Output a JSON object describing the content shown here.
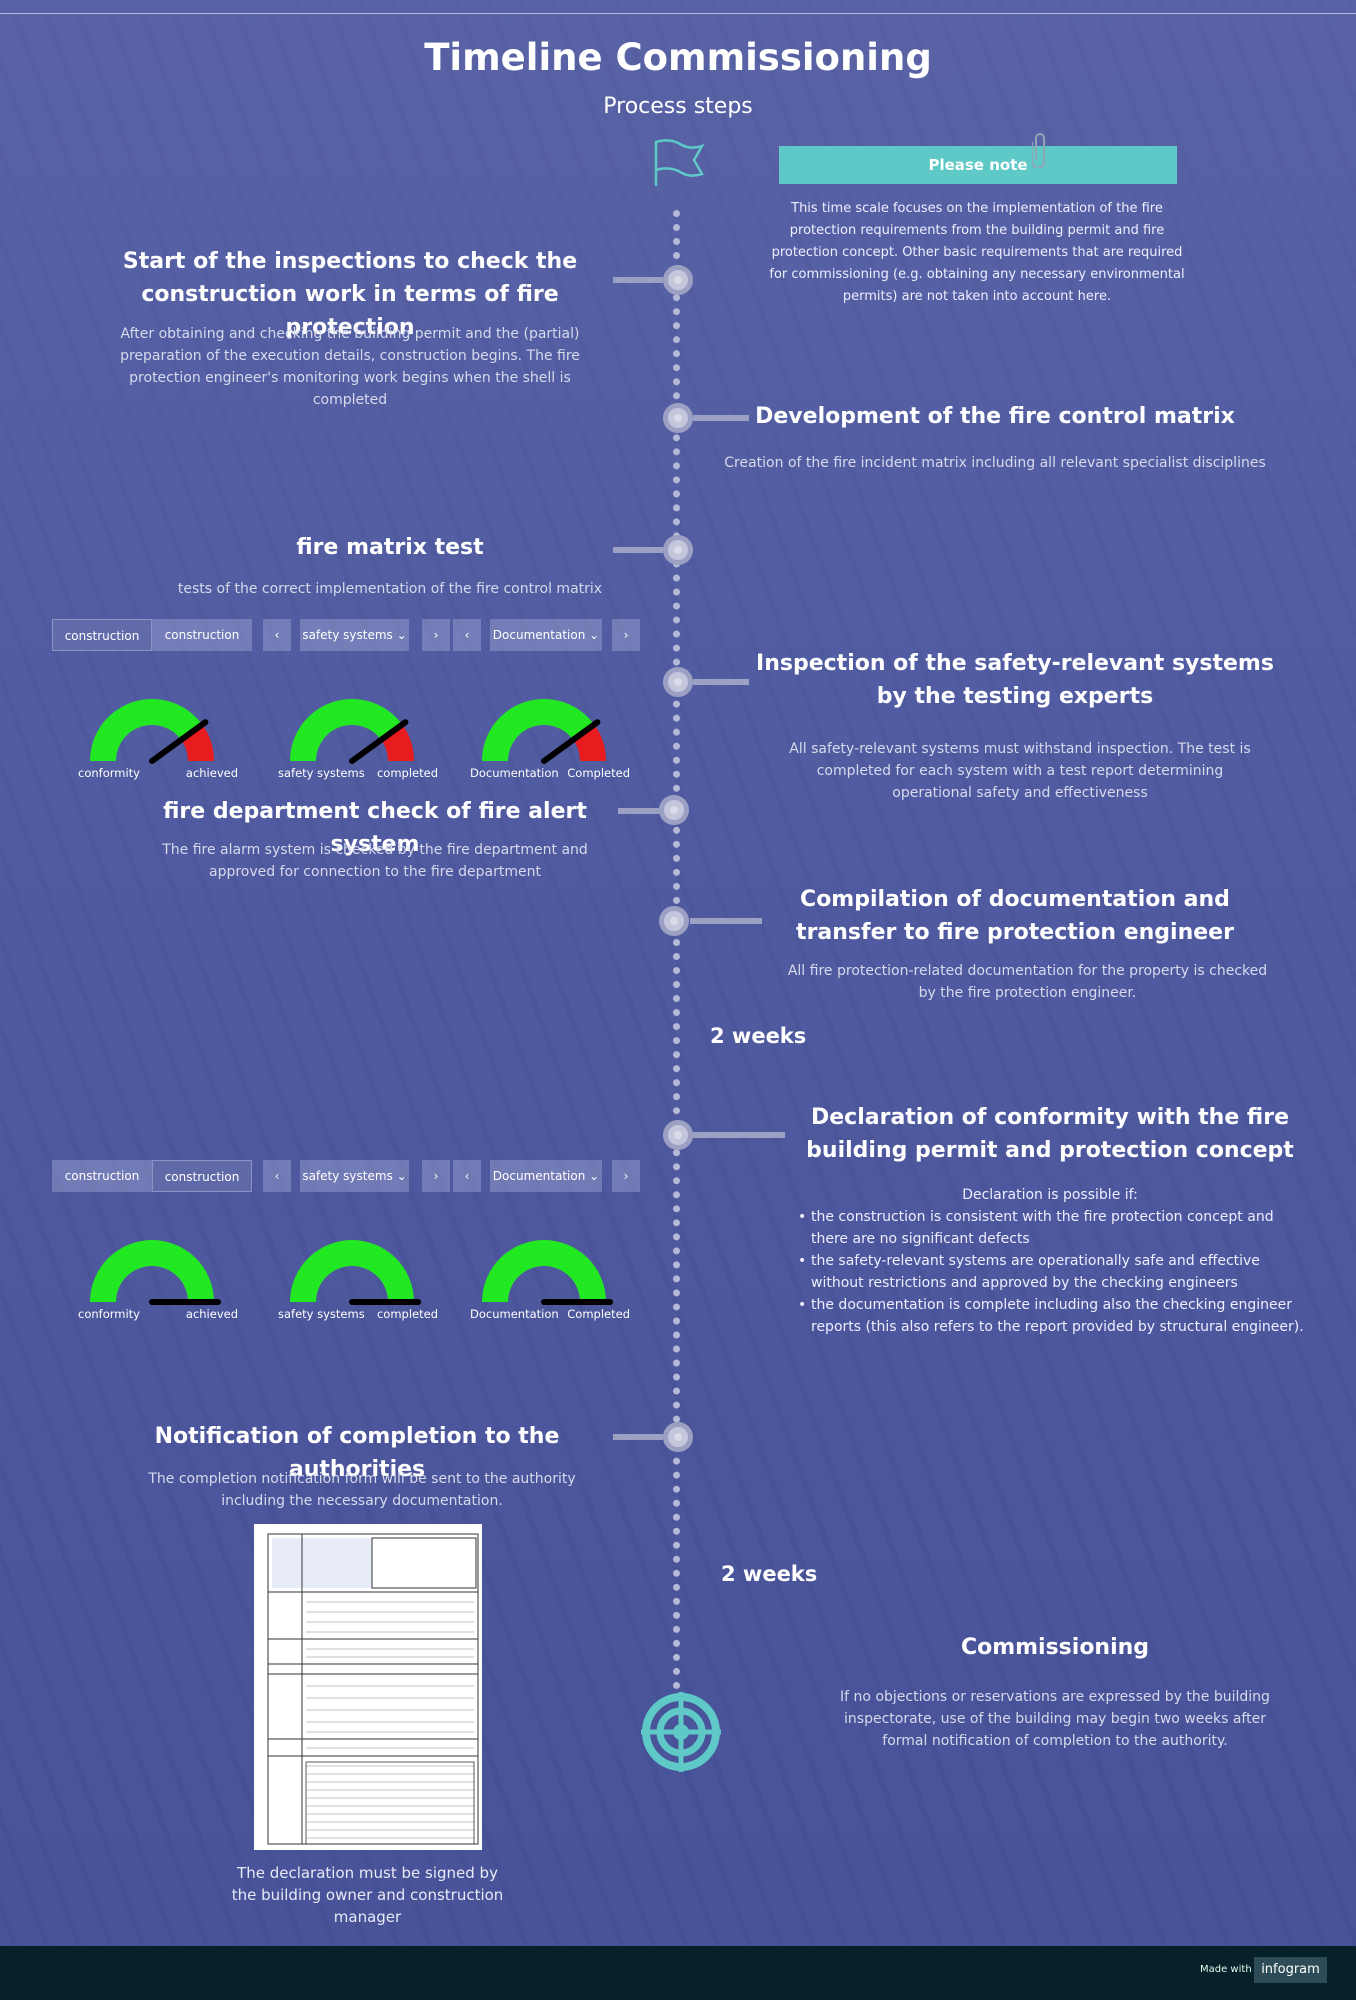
{
  "header": {
    "title": "Timeline Commissioning",
    "subtitle": "Process steps"
  },
  "note": {
    "button_label": "Please note",
    "text": "This time scale focuses on the implementation of the fire protection requirements from the building permit and fire protection concept. Other basic requirements that are required for commissioning (e.g. obtaining any necessary environmental permits) are not taken into account here."
  },
  "steps": [
    {
      "title": "Start of the inspections to check the construction work in terms of fire protection",
      "desc": "After obtaining and checking the building permit and the (partial) preparation of the execution details, construction begins. The fire protection engineer's monitoring work begins when the shell is completed"
    },
    {
      "title": "Development of the fire control matrix",
      "desc": "Creation of the fire incident matrix including all relevant specialist disciplines"
    },
    {
      "title": "fire matrix test",
      "desc": "tests of the correct implementation of the fire control matrix"
    },
    {
      "title": "Inspection of the safety-relevant systems by the testing experts",
      "desc": "All safety-relevant systems must withstand inspection. The test is completed for each system with a test report determining operational safety and effectiveness"
    },
    {
      "title": "fire department check of fire alert system",
      "desc": "The fire alarm system is checked by the fire department and approved for connection to the fire department"
    },
    {
      "title": "Compilation of documentation and transfer to fire protection engineer",
      "desc": "All fire protection-related documentation for the property is checked by the fire protection engineer."
    },
    {
      "title": "Declaration of conformity with the fire building permit  and protection concept",
      "desc": "Declaration is possible if:",
      "bullets": [
        "the construction is consistent with the fire protection concept and there are no significant defects",
        "the safety-relevant systems are operationally safe and effective without restrictions and approved by the checking engineers",
        " the documentation is complete including also the checking engineer reports (this also refers to the report provided by structural engineer)."
      ]
    },
    {
      "title": "Notification of completion to the authorities",
      "desc": "The completion notification form will be sent to the authority including the necessary documentation."
    },
    {
      "title": "Commissioning",
      "desc": "If no objections or reservations are expressed by the building inspectorate, use of the building may begin two weeks after formal notification of completion to the authority."
    }
  ],
  "durations": {
    "first": "2 weeks",
    "second": "2 weeks"
  },
  "form_caption": "The declaration must be signed by the building owner and construction manager",
  "dashboards": [
    {
      "tabs": [
        "construction",
        "construction"
      ],
      "dropdowns": [
        {
          "prev": "‹",
          "value": "safety systems",
          "next": "›"
        },
        {
          "prev": "‹",
          "value": "Documentation",
          "next": "›"
        }
      ],
      "gauges": [
        {
          "label_left": "conformity",
          "label_right": "achieved",
          "value": 0.8
        },
        {
          "label_left": "safety systems",
          "label_right": "completed",
          "value": 0.8
        },
        {
          "label_left": "Documentation",
          "label_right": "Completed",
          "value": 0.8
        }
      ]
    },
    {
      "tabs": [
        "construction",
        "construction"
      ],
      "dropdowns": [
        {
          "prev": "‹",
          "value": "safety systems",
          "next": "›"
        },
        {
          "prev": "‹",
          "value": "Documentation",
          "next": "›"
        }
      ],
      "gauges": [
        {
          "label_left": "conformity",
          "label_right": "achieved",
          "value": 1.0
        },
        {
          "label_left": "safety systems",
          "label_right": "completed",
          "value": 1.0
        },
        {
          "label_left": "Documentation",
          "label_right": "Completed",
          "value": 1.0
        }
      ]
    }
  ],
  "footer": {
    "made_with": "Made with",
    "brand": "infogram"
  },
  "colors": {
    "accent": "#5ec9c6",
    "gauge_green": "#22e822",
    "gauge_red": "#e81c1c",
    "footer": "#062129"
  }
}
